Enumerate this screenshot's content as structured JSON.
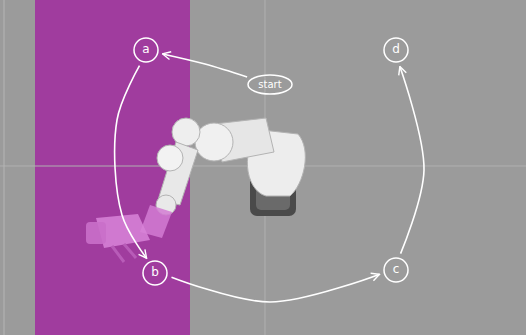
{
  "diagram": {
    "nodes": [
      {
        "text": [
          "a"
        ]
      },
      {
        "text": [
          "start"
        ]
      },
      {
        "text": [
          "d"
        ]
      },
      {
        "text": [
          "b"
        ]
      },
      {
        "text": [
          "c"
        ]
      }
    ],
    "edges": [
      {
        "from": 1,
        "to": 0,
        "arrow": "to"
      },
      {
        "from": 0,
        "to": 3,
        "arrow": "to"
      },
      {
        "from": 3,
        "to": 4,
        "arrow": "to"
      },
      {
        "from": 4,
        "to": 2,
        "arrow": "to"
      }
    ]
  }
}
